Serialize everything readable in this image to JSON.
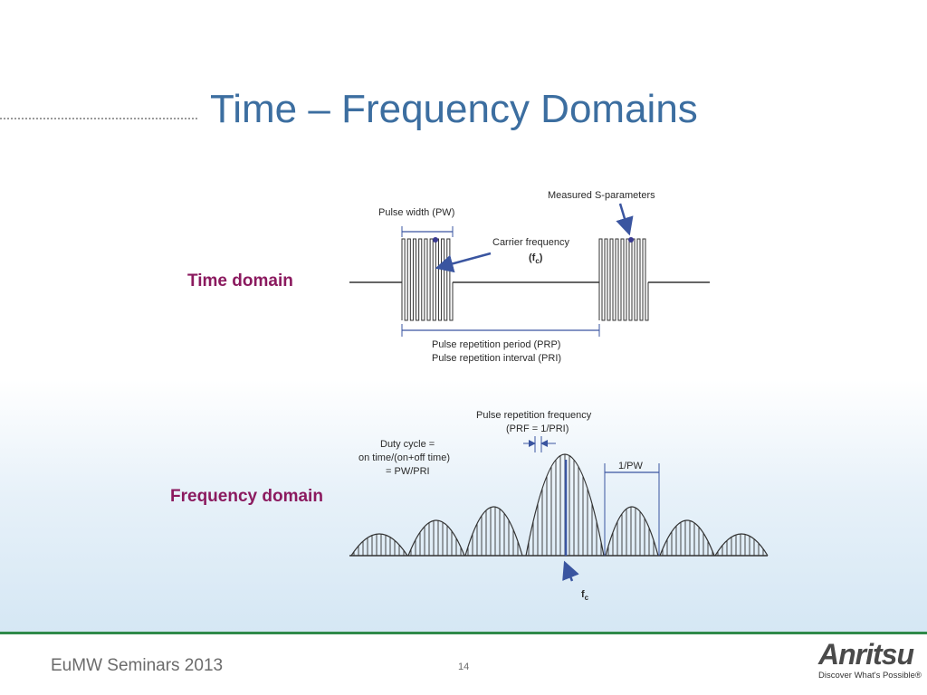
{
  "slide": {
    "title": "Time – Frequency Domains",
    "footer": "EuMW Seminars 2013",
    "page_number": "14"
  },
  "time_domain": {
    "label": "Time domain",
    "pulse_width": "Pulse width (PW)",
    "measured": "Measured S-parameters",
    "carrier_line1": "Carrier frequency",
    "carrier_sym": "f",
    "carrier_sub": "c",
    "prp": "Pulse repetition period (PRP)",
    "pri": "Pulse repetition interval (PRI)"
  },
  "frequency_domain": {
    "label": "Frequency domain",
    "prf_line1": "Pulse repetition frequency",
    "prf_line2": "(PRF = 1/PRI)",
    "duty_line1": "Duty cycle =",
    "duty_line2": "on time/(on+off time)",
    "duty_line3": "= PW/PRI",
    "one_over_pw": "1/PW",
    "fc_sym": "f",
    "fc_sub": "c"
  },
  "logo": {
    "name": "Anritsu",
    "tagline": "Discover What's Possible®"
  },
  "colors": {
    "title": "#3c6ea0",
    "domain_label": "#8b1a5f",
    "annotation_blue": "#3a55a0",
    "footer_line": "#2f8a4a"
  }
}
